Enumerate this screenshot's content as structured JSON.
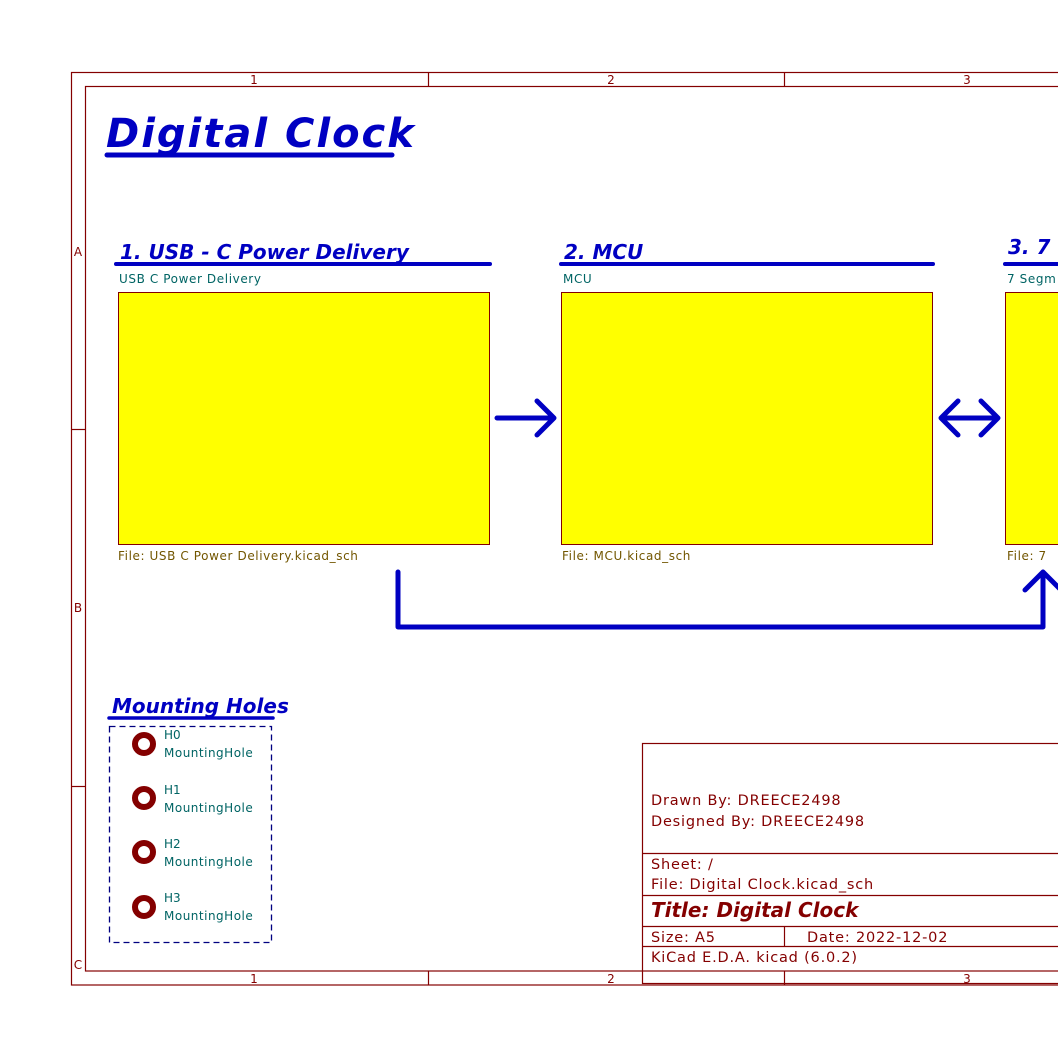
{
  "colors": {
    "frame": "#840000",
    "text_blue": "#0000c2",
    "sheet_fill": "#ffff00",
    "sheet_name": "#006464",
    "sheet_file": "#725600"
  },
  "frame": {
    "columns": [
      "1",
      "2",
      "3"
    ],
    "rows": [
      "A",
      "B",
      "C"
    ]
  },
  "title": "Digital Clock",
  "sheets": [
    {
      "heading": "1. USB - C Power Delivery",
      "name": "USB C Power Delivery",
      "file": "File: USB C Power Delivery.kicad_sch"
    },
    {
      "heading": "2. MCU",
      "name": "MCU",
      "file": "File: MCU.kicad_sch"
    },
    {
      "heading": "3. 7",
      "name": "7 Segm",
      "file": "File: 7"
    }
  ],
  "connections": [
    {
      "from": "1. USB - C Power Delivery",
      "to": "2. MCU",
      "arrow": "right"
    },
    {
      "from": "2. MCU",
      "to": "3. 7",
      "arrow": "bidirectional"
    },
    {
      "from": "1. USB - C Power Delivery",
      "to": "3. 7",
      "arrow": "up"
    }
  ],
  "mounting": {
    "heading": "Mounting Holes",
    "holes": [
      {
        "ref": "H0",
        "value": "MountingHole"
      },
      {
        "ref": "H1",
        "value": "MountingHole"
      },
      {
        "ref": "H2",
        "value": "MountingHole"
      },
      {
        "ref": "H3",
        "value": "MountingHole"
      }
    ]
  },
  "title_block": {
    "drawn_by": "Drawn By: DREECE2498",
    "designed_by": "Designed By: DREECE2498",
    "sheet": "Sheet: /",
    "file": "File: Digital Clock.kicad_sch",
    "title": "Title: Digital Clock",
    "size": "Size: A5",
    "date": "Date: 2022-12-02",
    "tool": "KiCad E.D.A.  kicad (6.0.2)"
  }
}
